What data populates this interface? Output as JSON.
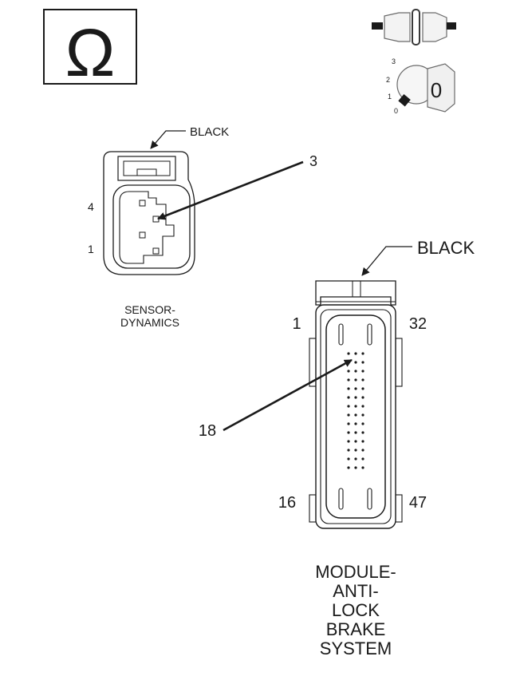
{
  "ohm_symbol": "Ω",
  "ignition": {
    "positions": [
      "3",
      "2",
      "1",
      "0"
    ],
    "key_label": "0"
  },
  "sensor_connector": {
    "color_label": "BLACK",
    "pin_callout": "3",
    "pin_labels": [
      "4",
      "1"
    ],
    "name_lines": [
      "SENSOR-",
      "DYNAMICS"
    ]
  },
  "module_connector": {
    "color_label": "BLACK",
    "corner_labels": {
      "top_left": "1",
      "top_right": "32",
      "bottom_left": "16",
      "bottom_right": "47"
    },
    "pin_callout": "18",
    "name_lines": [
      "MODULE-",
      "ANTI-",
      "LOCK",
      "BRAKE",
      "SYSTEM"
    ]
  }
}
